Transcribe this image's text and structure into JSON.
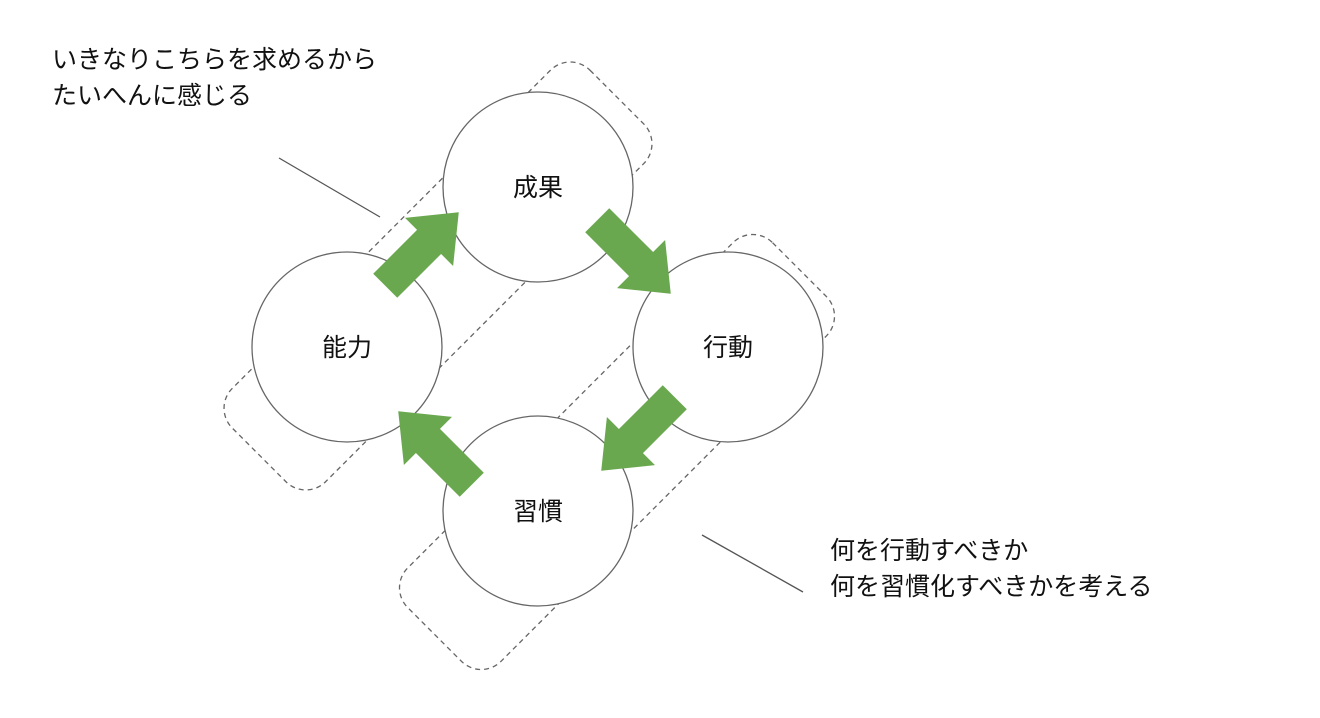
{
  "nodes": {
    "top": "成果",
    "right": "行動",
    "bottom": "習慣",
    "left": "能力"
  },
  "notes": {
    "top": [
      "いきなりこちらを求めるから",
      "たいへんに感じる"
    ],
    "bottom": [
      "何を行動すべきか",
      "何を習慣化すべきかを考える"
    ]
  },
  "colors": {
    "arrow": "#6aa84f",
    "circle_stroke": "#666666",
    "group_stroke": "#666666",
    "text": "#111111"
  }
}
